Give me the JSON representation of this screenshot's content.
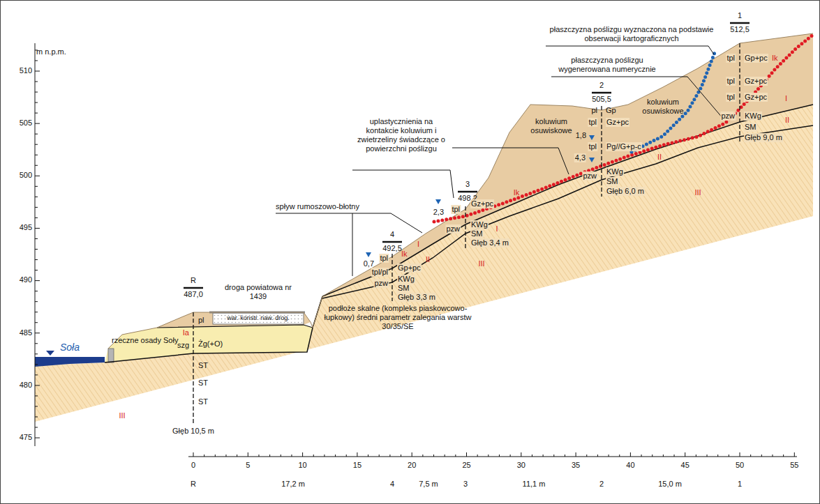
{
  "diagram": {
    "labels": [
      "m n.p.m.",
      "510",
      "505",
      "500",
      "495",
      "490",
      "485",
      "480",
      "475",
      "0",
      "5",
      "10",
      "15",
      "20",
      "25",
      "30",
      "35",
      "40",
      "45",
      "50",
      "55",
      "R",
      "17,2 m",
      "4",
      "7,5 m",
      "3",
      "11,1 m",
      "2",
      "15,0 m",
      "1",
      "1",
      "512,5",
      "2",
      "505,5",
      "3",
      "498,2",
      "4",
      "492,5",
      "R",
      "487,0",
      "płaszczyzna poślizgu wyznaczona na podstawie obserwacji kartograficznych",
      "płaszczyzna poślizgu wygenerowana numerycznie",
      "uplastycznienia na kontakcie koluwium i zwietrzeliny świadczące o powierzchni poślizgu",
      "koluwium osuwiskowe",
      "koluwium osuwiskowe",
      "spływ rumoszowo-błotny",
      "droga powiatowa nr 1439",
      "war. konstr. naw. drog.",
      "podłoże skalne (kompleks piaskowcowo-łupkowy) średni parametr zalegania warstw 30/35/SE",
      "rzeczne osady Soły",
      "Soła",
      "tpl",
      "Gp+pc",
      "Ik",
      "tpl",
      "Gz+pc",
      "I",
      "tpl",
      "Gz+pc",
      "II",
      "pzw",
      "KWg",
      "SM",
      "Głęb 9,0 m",
      "pl",
      "Gp",
      "tpl",
      "Gz+pc",
      "1,8",
      "tpl",
      "Pg//G+p-c",
      "4,3",
      "pzw",
      "KWg",
      "SM",
      "Głęb 6,0 m",
      "2,3",
      "tpl",
      "Gz+pc",
      "pzw",
      "KWg",
      "SM",
      "Głęb 3,4 m",
      "0,7",
      "tpl",
      "tpl/pl",
      "Gp+pc",
      "Ik",
      "I",
      "II",
      "pzw",
      "KWg",
      "SM",
      "Głęb 3,3 m",
      "pl",
      "Ia",
      "szg",
      "Żg(+O)",
      "ST",
      "ST",
      "ST",
      "Głęb 10,5 m",
      "Ik",
      "I",
      "II",
      "III",
      "III",
      "III"
    ]
  }
}
